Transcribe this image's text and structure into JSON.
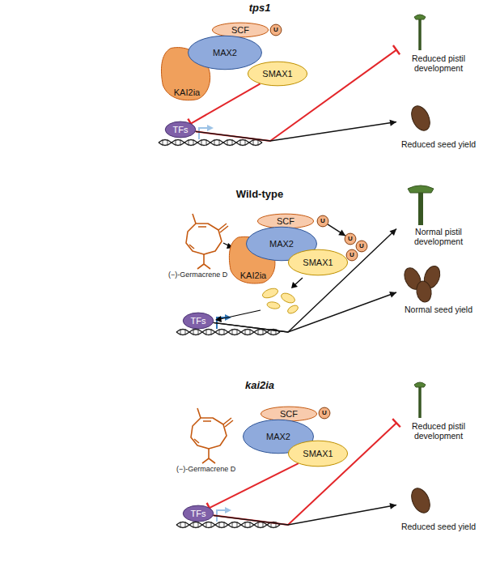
{
  "diagram": {
    "nodes": [
      {
        "text": [
          "tps1"
        ]
      },
      {
        "text": [
          "SCF"
        ],
        "in": 0
      },
      {
        "text": [
          "U"
        ],
        "in": 0
      },
      {
        "text": [
          "KAI2ia"
        ],
        "in": 0
      },
      {
        "text": [
          "MAX2"
        ],
        "in": 0
      },
      {
        "text": [
          "SMAX1"
        ],
        "in": 0
      },
      {
        "text": [
          "TFs"
        ],
        "in": 0
      },
      {
        "text": [
          "Reduced pistil development"
        ]
      },
      {
        "text": [
          "Reduced seed yield"
        ]
      },
      {
        "text": [
          "Wild-type"
        ]
      },
      {
        "text": [
          "SCF"
        ],
        "in": 9
      },
      {
        "text": [
          "U"
        ],
        "in": 9
      },
      {
        "text": [
          "KAI2ia"
        ],
        "in": 9
      },
      {
        "text": [
          "MAX2"
        ],
        "in": 9
      },
      {
        "text": [
          "SMAX1"
        ],
        "in": 9
      },
      {
        "text": [
          "U"
        ],
        "in": 9
      },
      {
        "text": [
          "U"
        ],
        "in": 9
      },
      {
        "text": [
          "U"
        ],
        "in": 9
      },
      {
        "text": [
          "TFs"
        ],
        "in": 9
      },
      {
        "text": [
          "Normal pistil development"
        ]
      },
      {
        "text": [
          "Normal seed yield"
        ]
      },
      {
        "text": [
          "kai2ia"
        ]
      },
      {
        "text": [
          "SCF"
        ],
        "in": 21
      },
      {
        "text": [
          "U"
        ],
        "in": 21
      },
      {
        "text": [
          "MAX2"
        ],
        "in": 21
      },
      {
        "text": [
          "SMAX1"
        ],
        "in": 21
      },
      {
        "text": [
          "TFs"
        ],
        "in": 21
      },
      {
        "text": [
          "Reduced pistil development"
        ]
      },
      {
        "text": [
          "Reduced seed yield"
        ]
      }
    ],
    "edges": [
      {
        "from": 5,
        "to": 6,
        "arrow": "to"
      },
      {
        "from": 6,
        "to": 7,
        "arrow": "to"
      },
      {
        "from": 6,
        "to": 8,
        "arrow": "to"
      },
      {
        "from": 11,
        "to": 15,
        "arrow": "to"
      },
      {
        "from": 18,
        "to": 19,
        "arrow": "to"
      },
      {
        "from": 18,
        "to": 20,
        "arrow": "to"
      },
      {
        "from": 25,
        "to": 26,
        "arrow": "to"
      },
      {
        "from": 26,
        "to": 27,
        "arrow": "to"
      },
      {
        "from": 26,
        "to": 28,
        "arrow": "to"
      }
    ],
    "labels": [
      "(−)-Germacrene D",
      "(−)-Germacrene D"
    ]
  }
}
